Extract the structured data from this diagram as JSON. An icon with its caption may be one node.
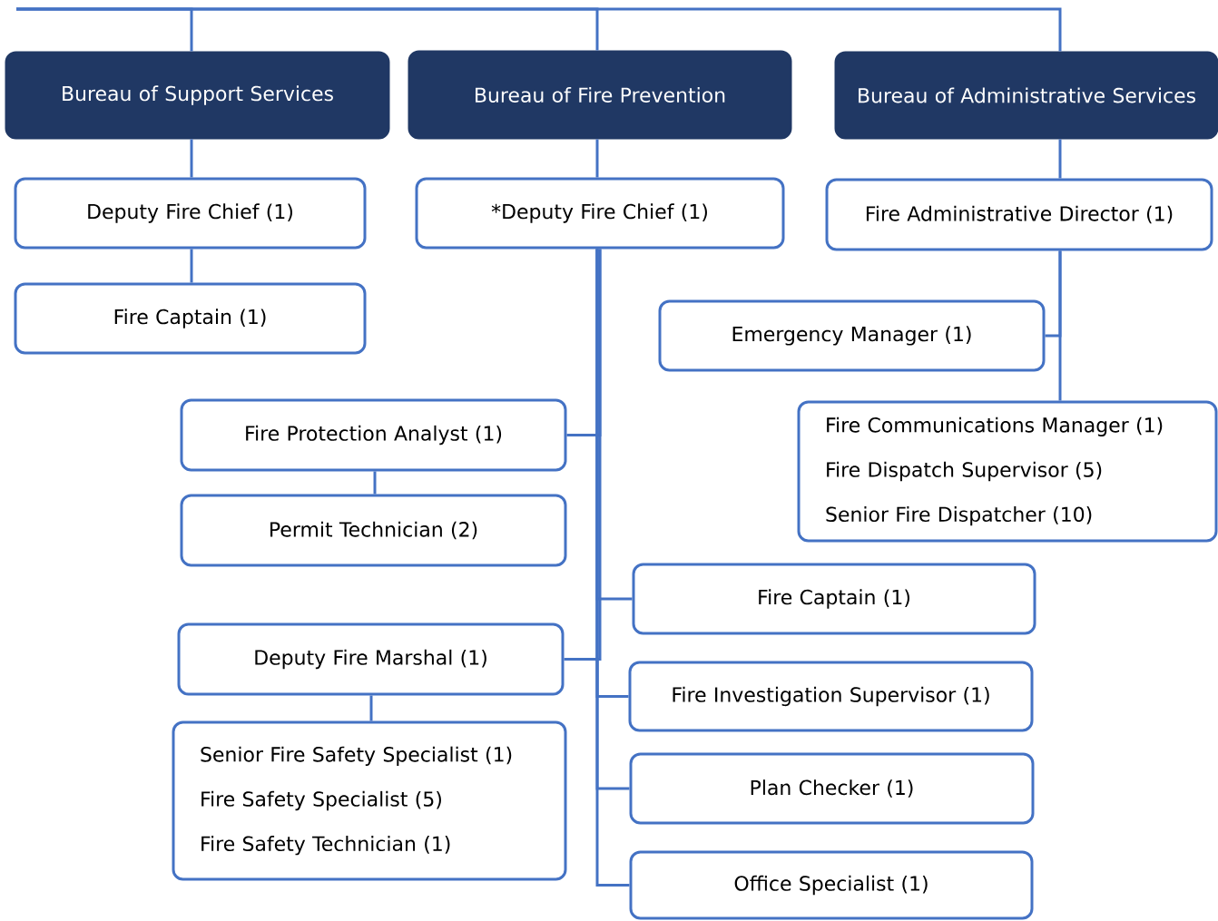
{
  "diagram": {
    "nodes": [
      {
        "text": [
          "Bureau of Support Services"
        ]
      },
      {
        "text": [
          "Bureau of Fire Prevention"
        ]
      },
      {
        "text": [
          "Bureau of Administrative Services"
        ]
      },
      {
        "text": [
          "Deputy Fire Chief (1)"
        ]
      },
      {
        "text": [
          "Fire Captain (1)"
        ]
      },
      {
        "text": [
          "*Deputy Fire Chief (1)"
        ]
      },
      {
        "text": [
          "Fire Protection Analyst (1)"
        ]
      },
      {
        "text": [
          "Permit Technician (2)"
        ]
      },
      {
        "text": [
          "Deputy Fire Marshal (1)"
        ]
      },
      {
        "text": [
          "Senior Fire Safety Specialist (1)",
          "Fire Safety Specialist (5)",
          "Fire Safety Technician (1)"
        ]
      },
      {
        "text": [
          "Fire Captain (1)"
        ]
      },
      {
        "text": [
          "Fire Investigation Supervisor (1)"
        ]
      },
      {
        "text": [
          "Plan Checker (1)"
        ]
      },
      {
        "text": [
          "Office Specialist (1)"
        ]
      },
      {
        "text": [
          "Fire Administrative Director (1)"
        ]
      },
      {
        "text": [
          "Emergency Manager (1)"
        ]
      },
      {
        "text": [
          "Fire Communications Manager (1)",
          "Fire Dispatch Supervisor (5)",
          "Senior Fire Dispatcher (10)"
        ]
      }
    ],
    "edges": [
      {
        "from": null,
        "to": 0,
        "arrow": "none"
      },
      {
        "from": null,
        "to": 1,
        "arrow": "none"
      },
      {
        "from": null,
        "to": 2,
        "arrow": "none"
      },
      {
        "from": 0,
        "to": 3,
        "arrow": "none"
      },
      {
        "from": 3,
        "to": 4,
        "arrow": "none"
      },
      {
        "from": 1,
        "to": 5,
        "arrow": "none"
      },
      {
        "from": 5,
        "to": 6,
        "arrow": "none"
      },
      {
        "from": 6,
        "to": 7,
        "arrow": "none"
      },
      {
        "from": 5,
        "to": 8,
        "arrow": "none"
      },
      {
        "from": 8,
        "to": 9,
        "arrow": "none"
      },
      {
        "from": 5,
        "to": 10,
        "arrow": "none"
      },
      {
        "from": 5,
        "to": 11,
        "arrow": "none"
      },
      {
        "from": 5,
        "to": 12,
        "arrow": "none"
      },
      {
        "from": 5,
        "to": 13,
        "arrow": "none"
      },
      {
        "from": 2,
        "to": 14,
        "arrow": "none"
      },
      {
        "from": 14,
        "to": 15,
        "arrow": "none"
      },
      {
        "from": 14,
        "to": 16,
        "arrow": "none"
      }
    ]
  }
}
